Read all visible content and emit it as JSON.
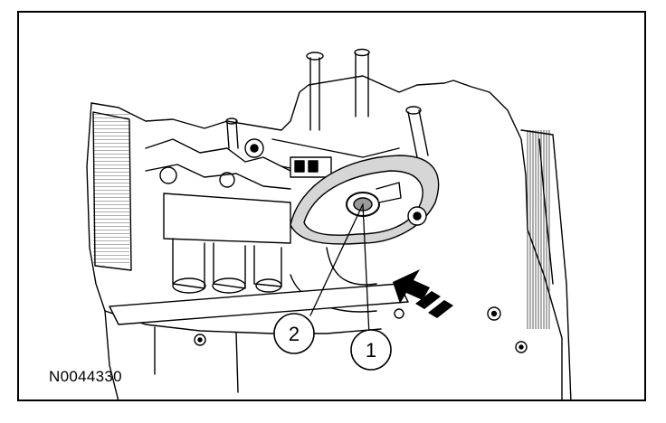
{
  "figure": {
    "id_label": "N0044330",
    "callouts": [
      {
        "label": "2",
        "meaning": ""
      },
      {
        "label": "1",
        "meaning": ""
      }
    ],
    "colors": {
      "line": "#000000",
      "background": "#ffffff",
      "shade": "#b8b8b8"
    },
    "icons": [
      "direction-arrow-icon"
    ]
  }
}
